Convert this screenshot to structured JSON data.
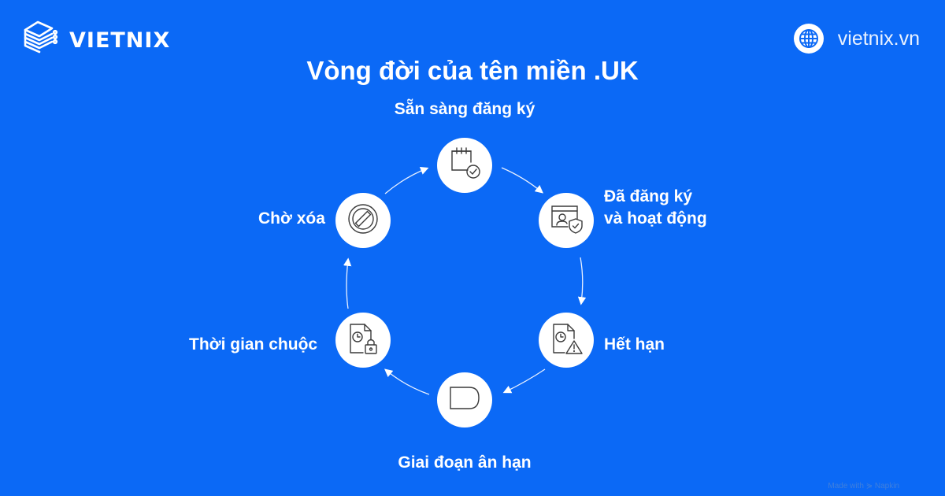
{
  "brand": {
    "name": "VIETNIX",
    "logo_icon": "server-stack-icon"
  },
  "website": {
    "url_text": "vietnix.vn",
    "icon": "globe-icon"
  },
  "title": "Vòng đời của tên miền .UK",
  "cycle": {
    "stages": [
      {
        "id": "available",
        "label": "Sẵn sàng đăng ký",
        "icon": "calendar-check-icon"
      },
      {
        "id": "registered",
        "label_line1": "Đã đăng ký",
        "label_line2": "và hoạt động",
        "icon": "user-shield-icon"
      },
      {
        "id": "expired",
        "label": "Hết hạn",
        "icon": "file-clock-warning-icon"
      },
      {
        "id": "grace",
        "label": "Giai đoạn ân hạn",
        "icon": "d-shape-icon"
      },
      {
        "id": "redemption",
        "label": "Thời gian chuộc",
        "icon": "file-clock-lock-icon"
      },
      {
        "id": "pending-delete",
        "label": "Chờ xóa",
        "icon": "prohibited-icon"
      }
    ],
    "direction": "clockwise"
  },
  "credit": "Made with ⋟ Napkin",
  "colors": {
    "background": "#0b69f6",
    "node": "#ffffff",
    "icon_stroke": "#3a3a3a",
    "text": "#ffffff"
  }
}
